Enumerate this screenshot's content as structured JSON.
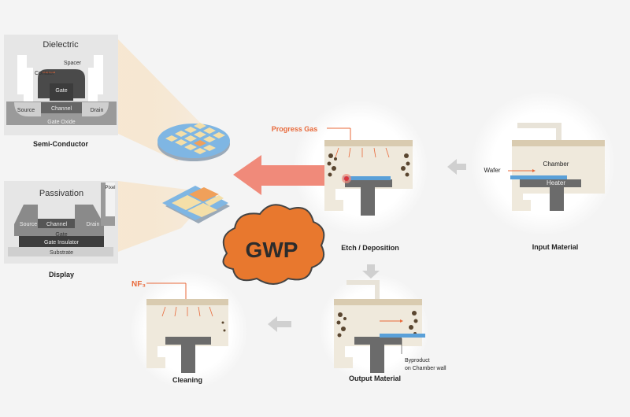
{
  "semiconductor": {
    "title": "Dielectric",
    "spacer": "Spacer",
    "contact": "Contact",
    "gate": "Gate",
    "channel": "Channel",
    "source": "Source",
    "drain": "Drain",
    "gate_oxide": "Gate Oxide",
    "caption": "Semi-Conductor"
  },
  "display": {
    "title": "Passivation",
    "pixel": "Pixel",
    "source": "Source",
    "channel": "Channel",
    "drain": "Drain",
    "gate": "Gate",
    "gate_insulator": "Gate Insulator",
    "substrate": "Substrate",
    "caption": "Display"
  },
  "input_material": {
    "wafer": "Wafer",
    "chamber": "Chamber",
    "heater": "Heater",
    "caption": "Input Material"
  },
  "etch": {
    "gas": "Progress Gas",
    "caption": "Etch / Deposition"
  },
  "output": {
    "byproduct_line1": "Byproduct",
    "byproduct_line2": "on Chamber wall",
    "caption": "Output Material"
  },
  "cleaning": {
    "gas": "NF₃",
    "caption": "Cleaning"
  },
  "gwp": "GWP",
  "colors": {
    "accent": "#e8693a",
    "heater": "#6b6b6b",
    "wafer": "#5aa0d8",
    "chamber_wall": "#efe9dc",
    "byproduct": "#5a4630"
  }
}
